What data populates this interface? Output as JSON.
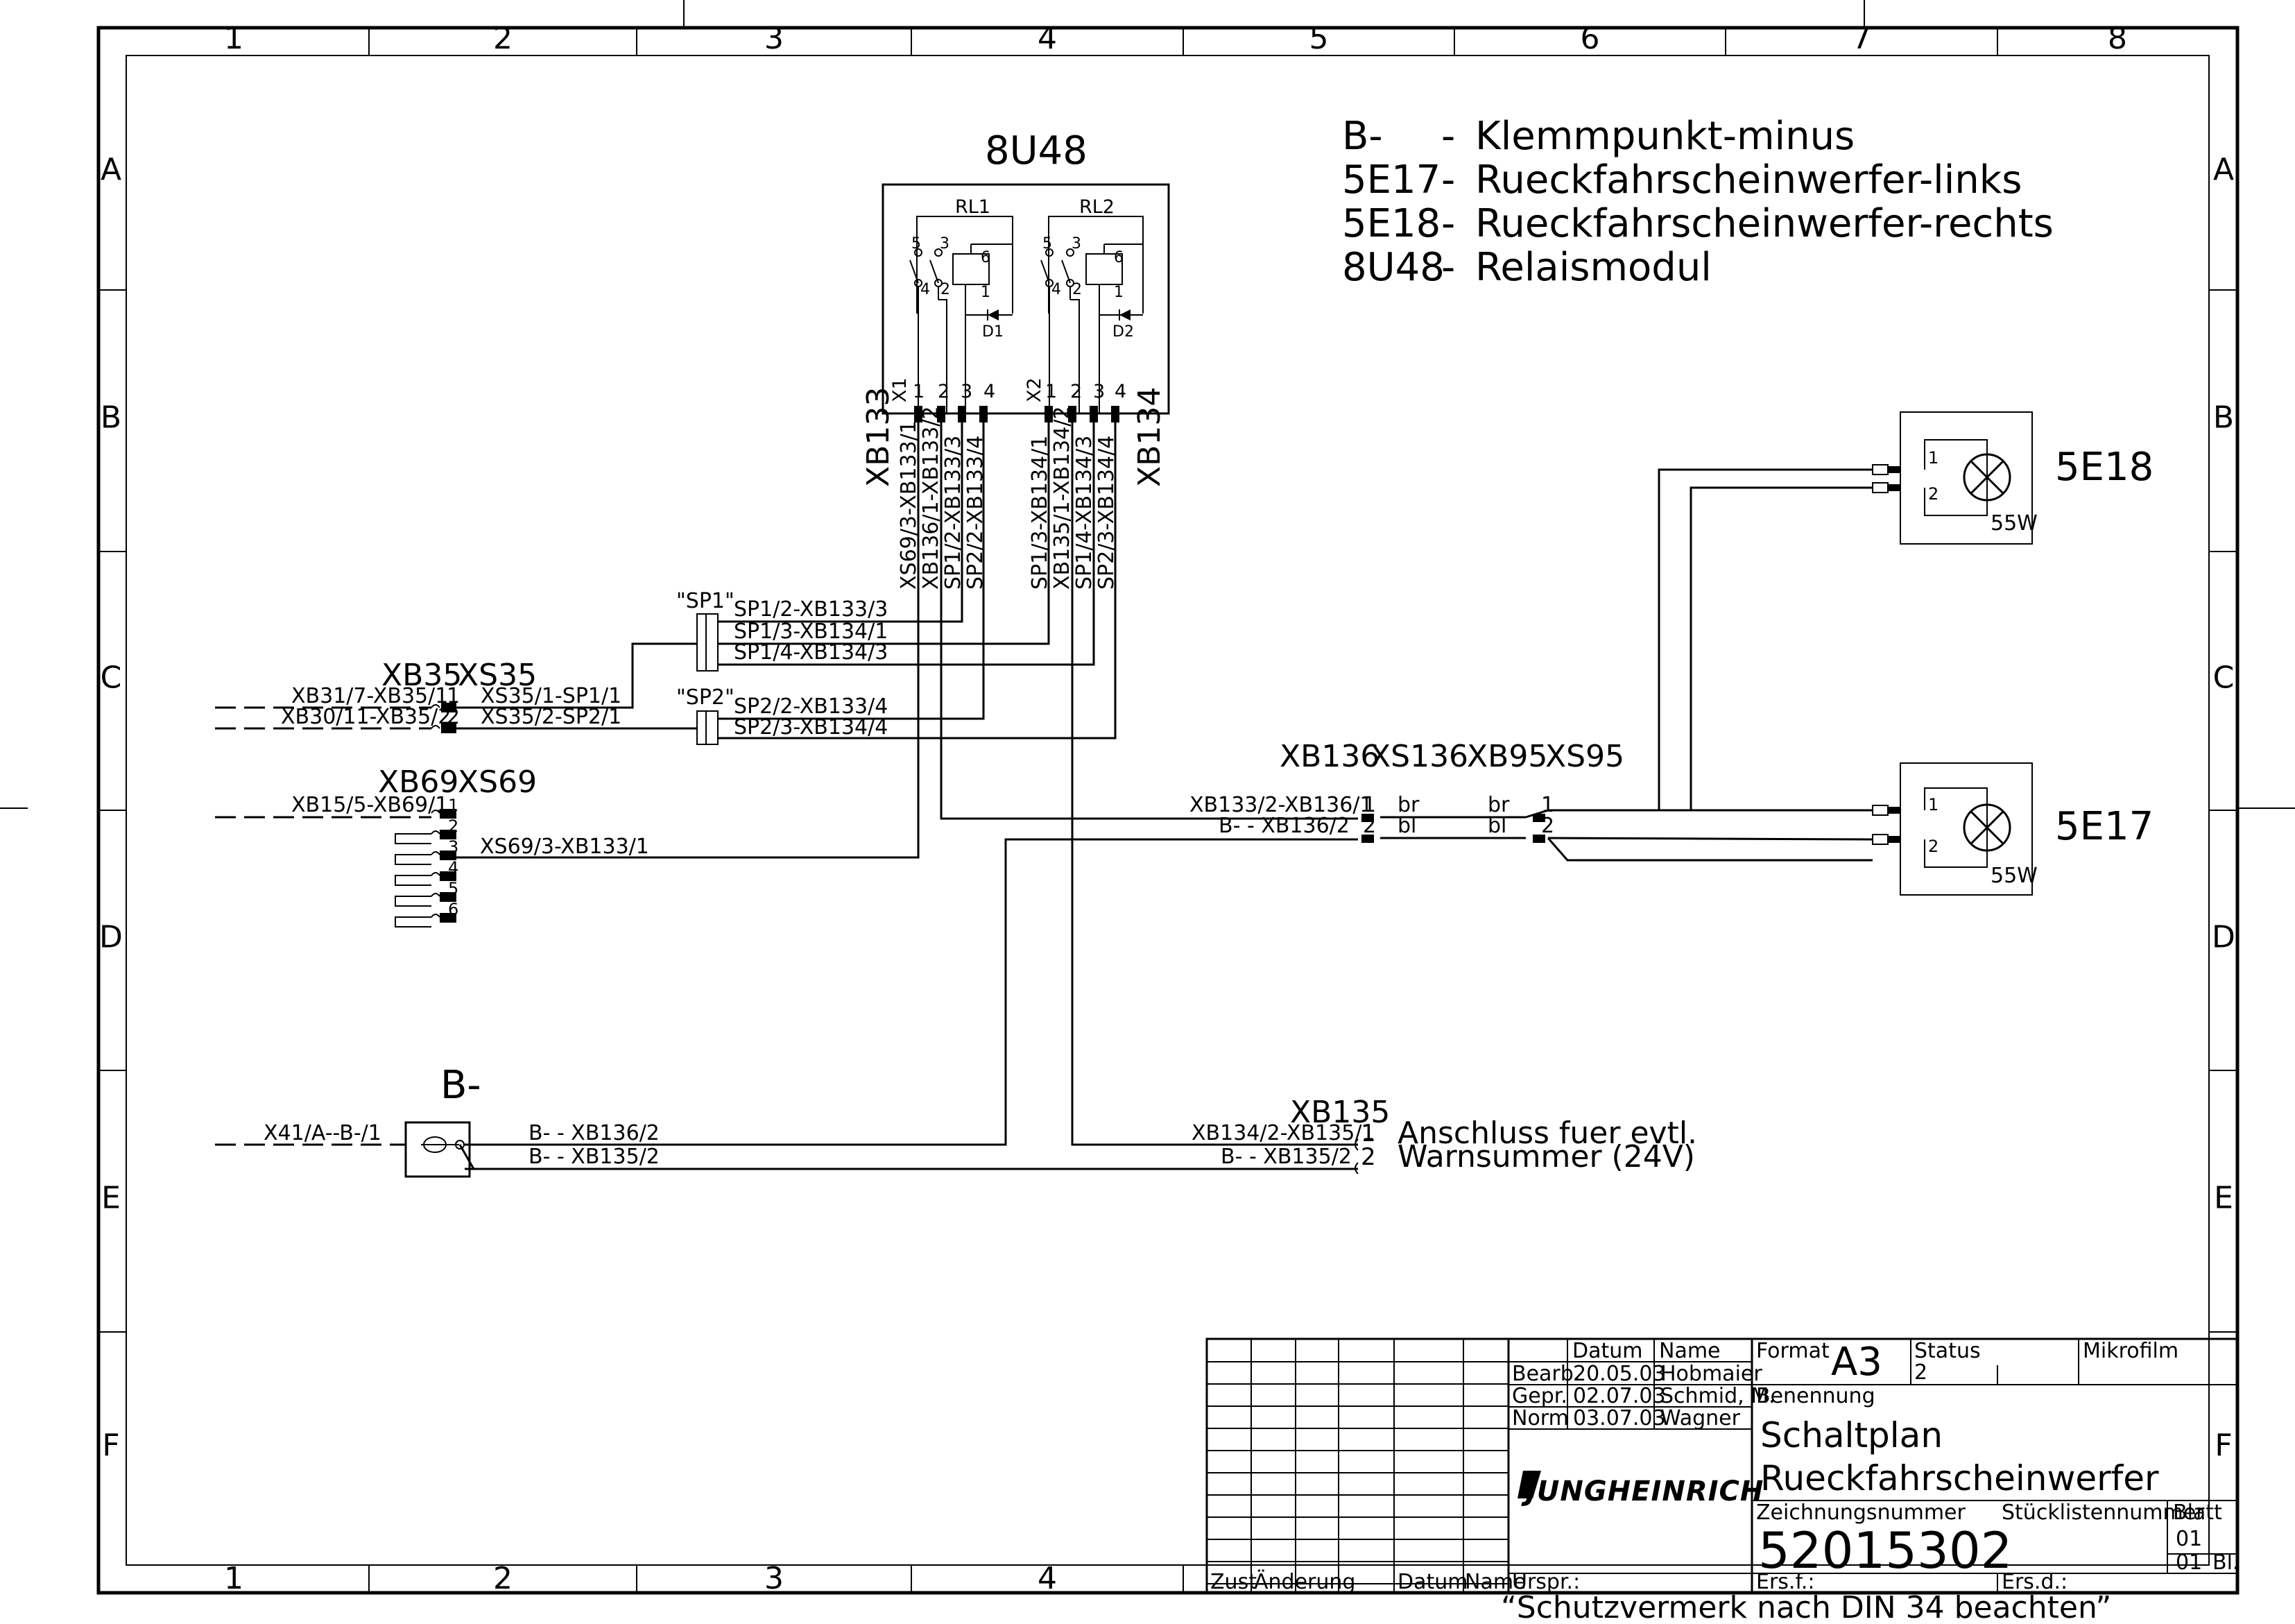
{
  "border": {
    "columns": [
      "1",
      "2",
      "3",
      "4",
      "5",
      "6",
      "7",
      "8"
    ],
    "rows": [
      "A",
      "B",
      "C",
      "D",
      "E",
      "F"
    ]
  },
  "legend": [
    {
      "code": "B-",
      "sep": "-",
      "desc": "Klemmpunkt-minus"
    },
    {
      "code": "5E17",
      "sep": "-",
      "desc": "Rueckfahrscheinwerfer-links"
    },
    {
      "code": "5E18",
      "sep": "-",
      "desc": "Rueckfahrscheinwerfer-rechts"
    },
    {
      "code": "8U48",
      "sep": "-",
      "desc": "Relaismodul"
    }
  ],
  "relay_module": {
    "name": "8U48",
    "relay1": "RL1",
    "relay2": "RL2",
    "diode1": "D1",
    "diode2": "D2",
    "x1": "X1",
    "x2": "X2",
    "pins": [
      "1",
      "2",
      "3",
      "4"
    ],
    "xb133": "XB133",
    "xb134": "XB134",
    "contact_nums": [
      "5",
      "3",
      "4",
      "2",
      "6",
      "1"
    ],
    "wires_left": [
      "XS69/3-XB133/1",
      "XB136/1-XB133/2",
      "SP1/2-XB133/3",
      "SP2/2-XB133/4"
    ],
    "wires_right": [
      "SP1/3-XB134/1",
      "XB135/1-XB134/2",
      "SP1/4-XB134/3",
      "SP2/3-XB134/4"
    ]
  },
  "splices": {
    "sp1": "\"SP1\"",
    "sp1_wires": [
      "SP1/2-XB133/3",
      "SP1/3-XB134/1",
      "SP1/4-XB134/3"
    ],
    "sp2": "\"SP2\"",
    "sp2_wires": [
      "SP2/2-XB133/4",
      "SP2/3-XB134/4"
    ]
  },
  "xb35": {
    "plug": "XB35",
    "socket": "XS35",
    "in1": "XB31/7-XB35/1",
    "in2": "XB30/11-XB35/2",
    "out1": "XS35/1-SP1/1",
    "out2": "XS35/2-SP2/1",
    "p1": "1",
    "p2": "2"
  },
  "xb69": {
    "plug": "XB69",
    "socket": "XS69",
    "in1": "XB15/5-XB69/1",
    "out3": "XS69/3-XB133/1",
    "pins": [
      "1",
      "2",
      "3",
      "4",
      "5",
      "6"
    ]
  },
  "ground": {
    "name": "B-",
    "in": "X41/A--B-/1",
    "out1": "B- - XB136/2",
    "out2": "B- - XB135/2"
  },
  "xb135": {
    "name": "XB135",
    "w1": "XB134/2-XB135/1",
    "w2": "B- - XB135/2",
    "p1": "1",
    "p2": "2",
    "note1": "Anschluss fuer evtl.",
    "note2": "Warnsummer (24V)"
  },
  "xb136": {
    "plug": "XB136",
    "socket": "XS136",
    "plug2": "XB95",
    "socket2": "XS95",
    "w1": "XB133/2-XB136/1",
    "w2": "B- - XB136/2",
    "c1": "br",
    "c2": "bl",
    "p1": "1",
    "p2": "2"
  },
  "lamps": [
    {
      "name": "5E18",
      "watt": "55W",
      "p1": "1",
      "p2": "2"
    },
    {
      "name": "5E17",
      "watt": "55W",
      "p1": "1",
      "p2": "2"
    }
  ],
  "titleblock": {
    "datum": "Datum",
    "name": "Name",
    "bearb": "Bearb.",
    "bearb_date": "20.05.03",
    "bearb_name": "Hobmaier",
    "gepr": "Gepr.",
    "gepr_date": "02.07.03",
    "gepr_name": "Schmid, M.",
    "norm": "Norm",
    "norm_date": "03.07.03",
    "norm_name": "Wagner",
    "format_label": "Format",
    "format": "A3",
    "status_label": "Status",
    "status": "2",
    "mikrofilm": "Mikrofilm",
    "benennung": "Benennung",
    "title1": "Schaltplan",
    "title2": "Rueckfahrscheinwerfer",
    "zeichnr_label": "Zeichnungsnummer",
    "zeichnr": "52015302",
    "stueckl": "Stücklistennummer",
    "blatt": "Blatt",
    "blatt_no": "01",
    "bl_total": "01",
    "bl": "Bl.",
    "company": "JUNGHEINRICH",
    "zust": "Zust",
    "aenderung": "Änderung",
    "datum2": "Datum",
    "name2": "Name",
    "urspr": "Urspr.:",
    "ersf": "Ers.f.:",
    "ersd": "Ers.d.:",
    "footer": "“Schutzvermerk nach DIN 34 beachten”"
  }
}
